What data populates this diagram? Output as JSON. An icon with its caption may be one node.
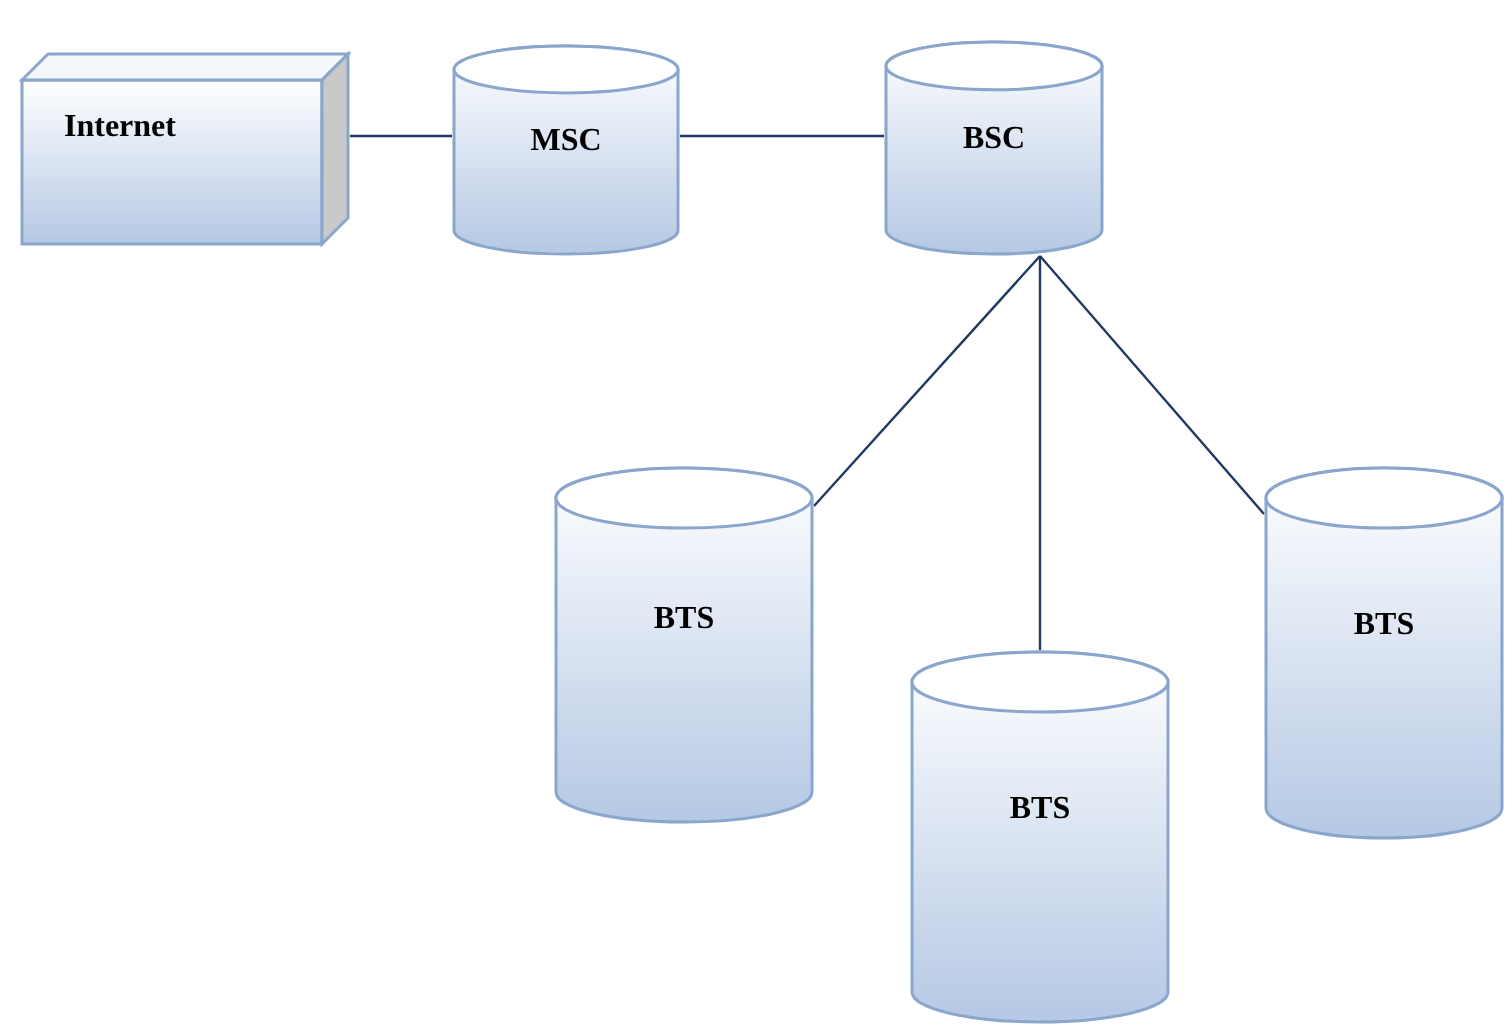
{
  "diagram": {
    "nodes": [
      {
        "text": [
          "Internet"
        ]
      },
      {
        "text": [
          "MSC"
        ]
      },
      {
        "text": [
          "BSC"
        ]
      },
      {
        "text": [
          "BTS"
        ]
      },
      {
        "text": [
          "BTS"
        ]
      },
      {
        "text": [
          "BTS"
        ]
      }
    ],
    "edges": [
      {
        "from": 0,
        "to": 1,
        "arrow": "none"
      },
      {
        "from": 1,
        "to": 2,
        "arrow": "none"
      },
      {
        "from": 2,
        "to": 3,
        "arrow": "none"
      },
      {
        "from": 2,
        "to": 4,
        "arrow": "none"
      },
      {
        "from": 2,
        "to": 5,
        "arrow": "none"
      }
    ]
  }
}
